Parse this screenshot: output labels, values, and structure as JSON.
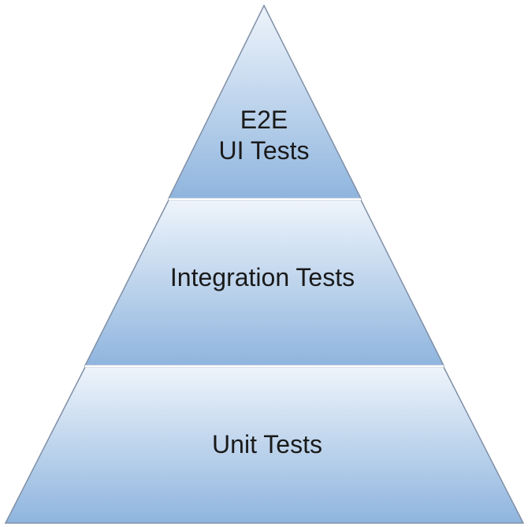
{
  "diagram": {
    "type": "pyramid",
    "tiers": [
      {
        "id": "top",
        "lines": [
          "E2E",
          "UI Tests"
        ]
      },
      {
        "id": "middle",
        "lines": [
          "Integration Tests"
        ]
      },
      {
        "id": "bottom",
        "lines": [
          "Unit Tests"
        ]
      }
    ],
    "colors": {
      "fill_light": "#eef4fb",
      "fill_dark": "#8fb5de",
      "stroke": "#7f8fa6",
      "divider": "#ffffff",
      "text": "#1a1a1a"
    }
  }
}
